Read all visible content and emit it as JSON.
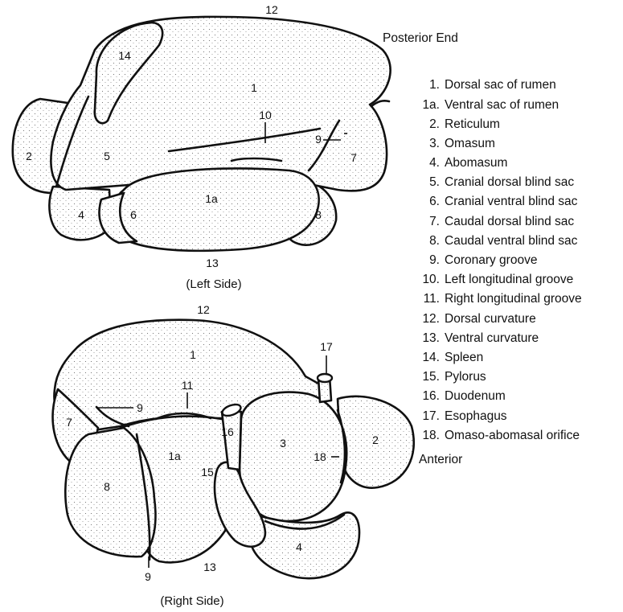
{
  "orientation": {
    "posterior_end": "Posterior End",
    "anterior": "Anterior"
  },
  "captions": {
    "left_view": "(Left Side)",
    "right_view": "(Right Side)"
  },
  "left_view_labels": {
    "dorsal_curvature": "12",
    "spleen": "14",
    "dorsal_sac": "1",
    "left_longitudinal_groove": "10",
    "coronary_groove": "9",
    "reticulum": "2",
    "cranial_dorsal_blind_sac": "5",
    "caudal_dorsal_blind_sac": "7",
    "ventral_sac": "1a",
    "abomasum": "4",
    "cranial_ventral_blind_sac": "6",
    "caudal_ventral_blind_sac": "8",
    "ventral_curvature": "13"
  },
  "right_view_labels": {
    "dorsal_curvature": "12",
    "dorsal_sac": "1",
    "esophagus": "17",
    "right_longitudinal_groove": "11",
    "coronary_groove_upper": "9",
    "caudal_dorsal_blind_sac": "7",
    "duodenum": "16",
    "omasum": "3",
    "reticulum": "2",
    "omaso_abomasal_orifice": "18",
    "ventral_sac": "1a",
    "pylorus": "15",
    "caudal_ventral_blind_sac": "8",
    "abomasum": "4",
    "coronary_groove_lower": "9",
    "ventral_curvature": "13"
  },
  "legend": [
    {
      "num": "1.",
      "text": "Dorsal sac of rumen"
    },
    {
      "num": "1a.",
      "text": "Ventral sac of rumen"
    },
    {
      "num": "2.",
      "text": "Reticulum"
    },
    {
      "num": "3.",
      "text": "Omasum"
    },
    {
      "num": "4.",
      "text": "Abomasum"
    },
    {
      "num": "5.",
      "text": "Cranial dorsal blind sac"
    },
    {
      "num": "6.",
      "text": "Cranial ventral blind sac"
    },
    {
      "num": "7.",
      "text": "Caudal dorsal blind sac"
    },
    {
      "num": "8.",
      "text": "Caudal ventral blind sac"
    },
    {
      "num": "9.",
      "text": "Coronary groove"
    },
    {
      "num": "10.",
      "text": "Left longitudinal groove"
    },
    {
      "num": "11.",
      "text": "Right longitudinal groove"
    },
    {
      "num": "12.",
      "text": "Dorsal curvature"
    },
    {
      "num": "13.",
      "text": "Ventral curvature"
    },
    {
      "num": "14.",
      "text": "Spleen"
    },
    {
      "num": "15.",
      "text": "Pylorus"
    },
    {
      "num": "16.",
      "text": "Duodenum"
    },
    {
      "num": "17.",
      "text": "Esophagus"
    },
    {
      "num": "18.",
      "text": "Omaso-abomasal orifice"
    }
  ]
}
